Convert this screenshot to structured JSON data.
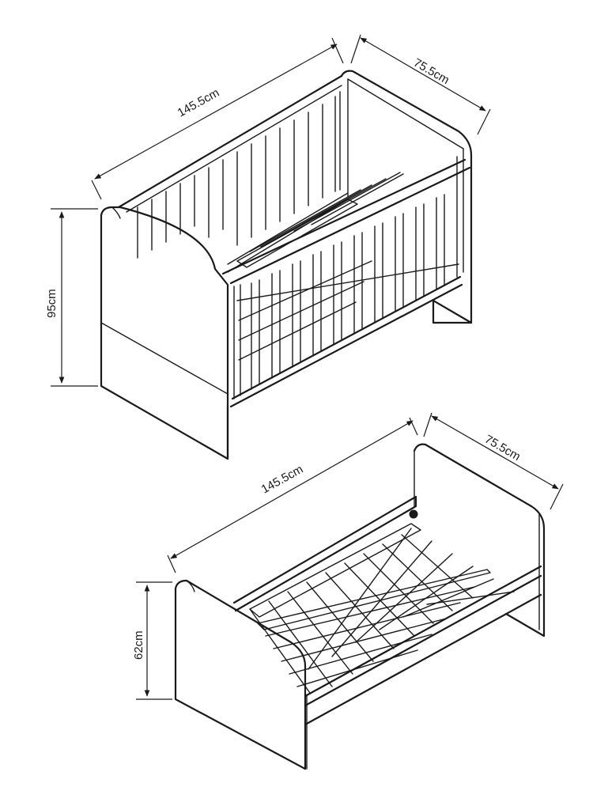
{
  "diagrams": [
    {
      "id": "cot",
      "dimensions": {
        "length": "145.5cm",
        "width": "75.5cm",
        "height": "95cm"
      }
    },
    {
      "id": "bed",
      "dimensions": {
        "length": "145.5cm",
        "width": "75.5cm",
        "height": "62cm"
      }
    }
  ]
}
